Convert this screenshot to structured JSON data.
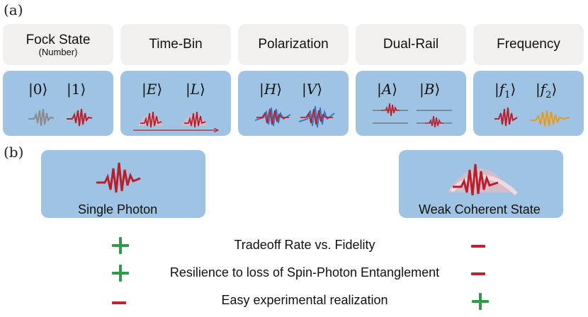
{
  "panel_labels": {
    "a": "(a)",
    "b": "(b)"
  },
  "encodings": [
    {
      "title": "Fock State",
      "subtitle": "(Number)",
      "kets": [
        "0",
        "1"
      ]
    },
    {
      "title": "Time-Bin",
      "subtitle": "",
      "kets": [
        "E",
        "L"
      ]
    },
    {
      "title": "Polarization",
      "subtitle": "",
      "kets": [
        "H",
        "V"
      ]
    },
    {
      "title": "Dual-Rail",
      "subtitle": "",
      "kets": [
        "A",
        "B"
      ]
    },
    {
      "title": "Frequency",
      "subtitle": "",
      "kets": [
        "f1",
        "f2"
      ]
    }
  ],
  "sources": {
    "single_photon": "Single Photon",
    "weak_coherent": "Weak Coherent State"
  },
  "criteria": [
    {
      "label": "Tradeoff Rate vs. Fidelity",
      "single_photon": "+",
      "weak_coherent": "−"
    },
    {
      "label": "Resilience to loss of Spin-Photon Entanglement",
      "single_photon": "+",
      "weak_coherent": "−"
    },
    {
      "label": "Easy experimental realization",
      "single_photon": "−",
      "weak_coherent": "+"
    }
  ],
  "colors": {
    "header_bg": "#f1f0ee",
    "panel_bg": "#9fc4e3",
    "pulse_red": "#b81f2d",
    "pulse_gray": "#8a8a8a",
    "pulse_blue": "#2f78c4",
    "pulse_orange": "#e89a1c",
    "envelope_pink": "#e7b9c0",
    "plus_green": "#2e9b4a",
    "minus_red": "#c0222e"
  }
}
